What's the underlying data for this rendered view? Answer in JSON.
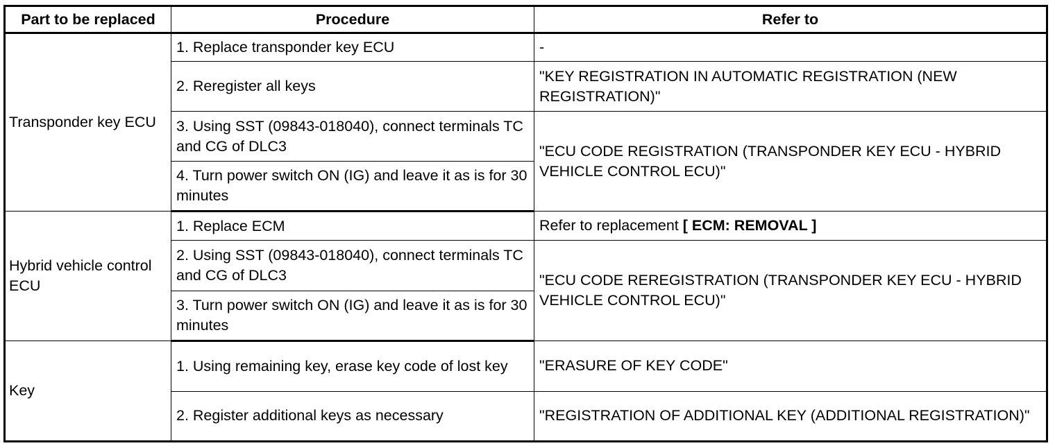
{
  "headers": {
    "part": "Part to be replaced",
    "procedure": "Procedure",
    "refer": "Refer to"
  },
  "groups": [
    {
      "part": "Transponder key ECU",
      "steps": [
        "1. Replace transponder key ECU",
        "2. Reregister all keys",
        "3. Using SST (09843-018040), connect terminals TC and CG of DLC3",
        "4. Turn power switch ON (IG) and leave it as is for 30 minutes"
      ],
      "refs": [
        "-",
        "\"KEY REGISTRATION IN AUTOMATIC REGISTRATION (NEW REGISTRATION)\"",
        "\"ECU CODE REGISTRATION (TRANSPONDER KEY ECU - HYBRID VEHICLE CONTROL ECU)\""
      ]
    },
    {
      "part": "Hybrid vehicle control ECU",
      "steps": [
        "1. Replace ECM",
        "2. Using SST (09843-018040), connect terminals TC and CG of DLC3",
        "3. Turn power switch ON (IG) and leave it as is for 30 minutes"
      ],
      "refs": [
        {
          "prefix": "Refer to replacement ",
          "link": "[ ECM: REMOVAL ]"
        },
        "\"ECU CODE REREGISTRATION (TRANSPONDER KEY ECU - HYBRID VEHICLE CONTROL ECU)\""
      ]
    },
    {
      "part": "Key",
      "steps": [
        "1. Using remaining key, erase key code of lost key",
        "2. Register additional keys as necessary"
      ],
      "refs": [
        "\"ERASURE OF KEY CODE\"",
        "\"REGISTRATION OF ADDITIONAL KEY (ADDITIONAL REGISTRATION)\""
      ]
    }
  ]
}
